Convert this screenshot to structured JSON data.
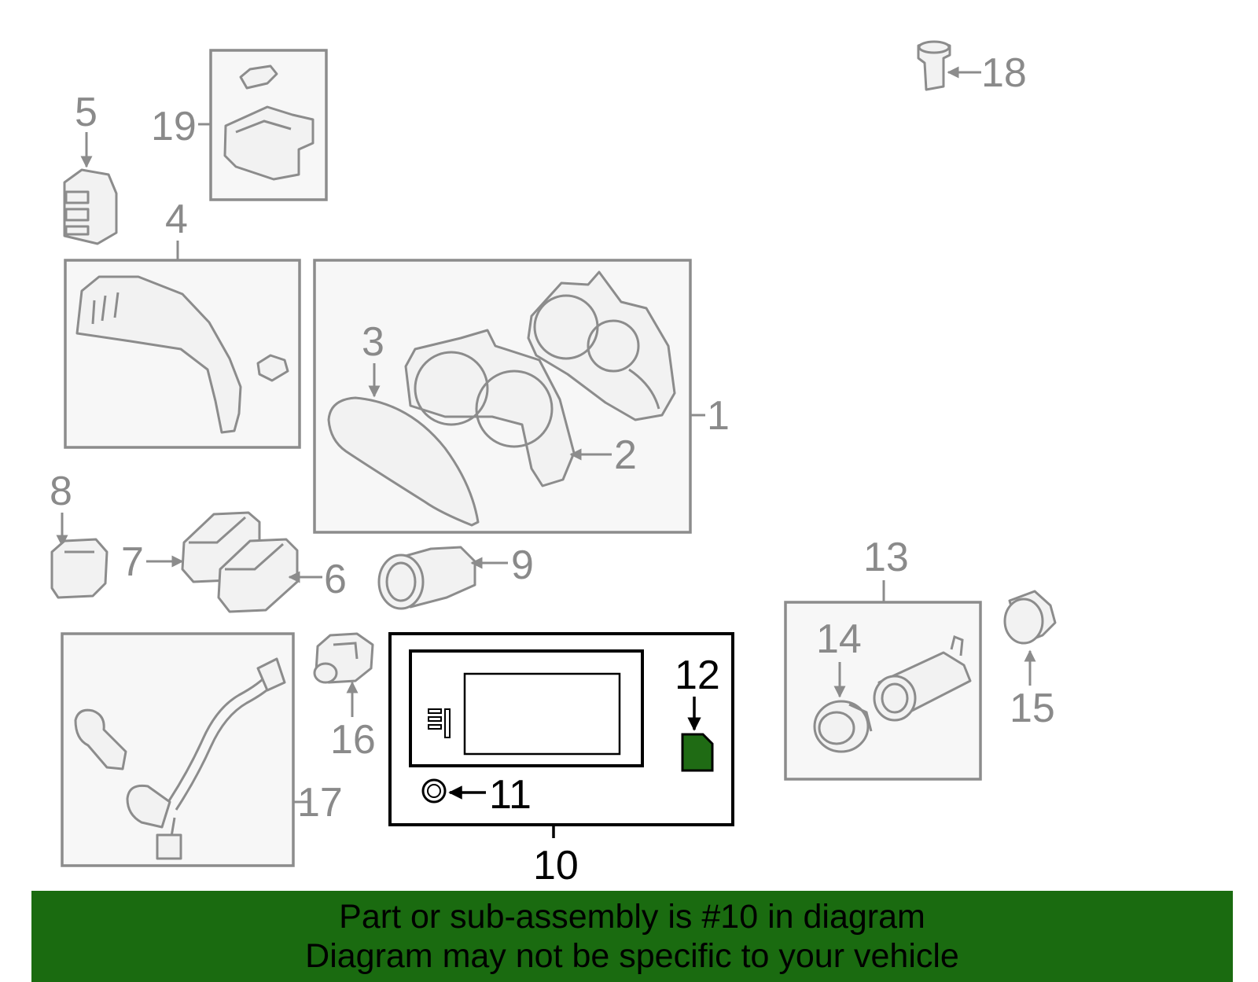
{
  "labels": {
    "p1": "1",
    "p2": "2",
    "p3": "3",
    "p4": "4",
    "p5": "5",
    "p6": "6",
    "p7": "7",
    "p8": "8",
    "p9": "9",
    "p10": "10",
    "p11": "11",
    "p12": "12",
    "p13": "13",
    "p14": "14",
    "p15": "15",
    "p16": "16",
    "p17": "17",
    "p18": "18",
    "p19": "19"
  },
  "highlight_part": "10",
  "colors": {
    "highlight": "#1f6b14",
    "banner": "#1a6b10",
    "callout_gray": "#8a8a8a"
  },
  "banner": {
    "line1": "Part or sub-assembly is #10 in diagram",
    "line2": "Diagram may not be specific to your vehicle"
  }
}
